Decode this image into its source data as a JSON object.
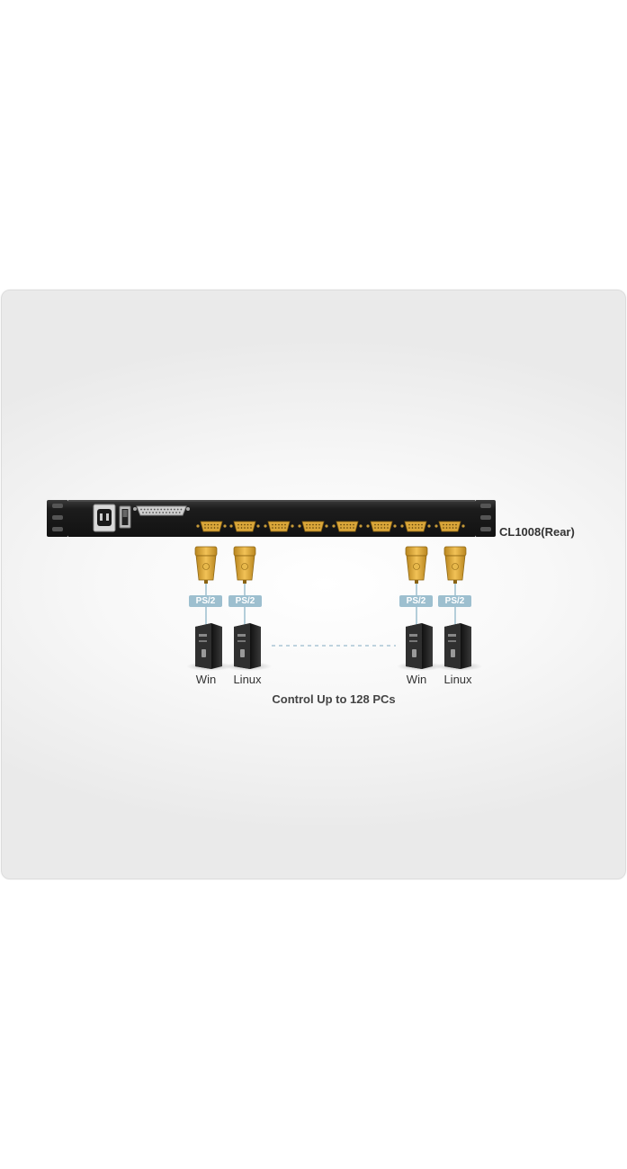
{
  "device": {
    "label": "CL1008(Rear)"
  },
  "connections": [
    {
      "interface": "PS/2",
      "os": "Win"
    },
    {
      "interface": "PS/2",
      "os": "Linux"
    },
    {
      "interface": "PS/2",
      "os": "Win"
    },
    {
      "interface": "PS/2",
      "os": "Linux"
    }
  ],
  "caption": "Control Up to 128 PCs",
  "colors": {
    "rack": "#1e1e1e",
    "port_gold": "#d9a63a",
    "ps2_badge": "#9dbfcf",
    "dashed_link": "#a9c6d4"
  },
  "icons": [
    "power-inlet-icon",
    "power-switch-icon",
    "db25-port-icon",
    "vga-port-icon",
    "kvm-cable-connector-icon",
    "pc-tower-icon"
  ]
}
